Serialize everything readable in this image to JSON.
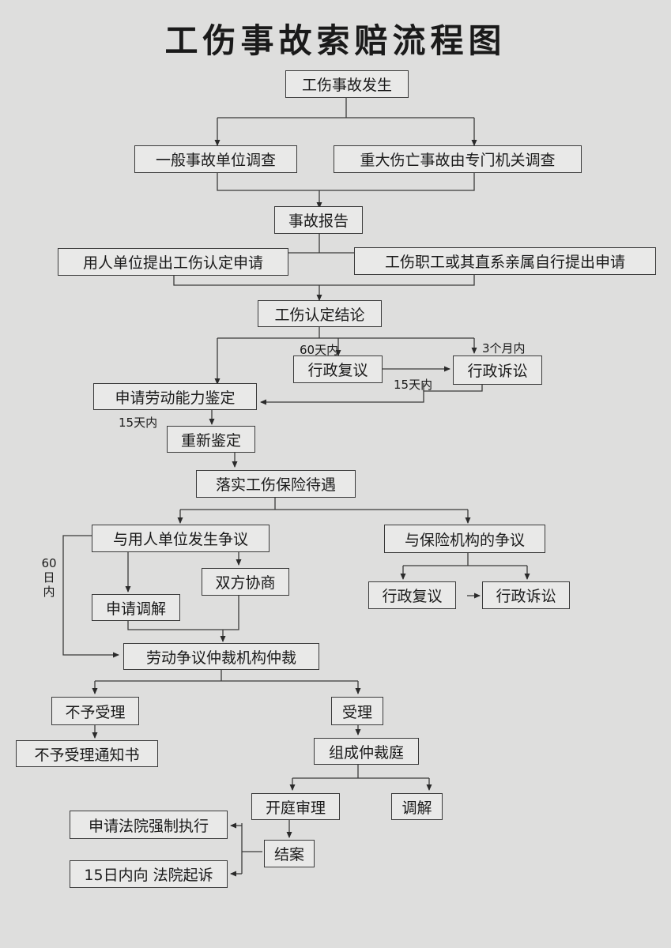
{
  "title": "工伤事故索赔流程图",
  "nodes": {
    "accident": "工伤事故发生",
    "general_investigation": "一般事故单位调查",
    "major_investigation": "重大伤亡事故由专门机关调查",
    "accident_report": "事故报告",
    "employer_application": "用人单位提出工伤认定申请",
    "worker_application": "工伤职工或其直系亲属自行提出申请",
    "recognition_conclusion": "工伤认定结论",
    "admin_review_1": "行政复议",
    "admin_litigation_1": "行政诉讼",
    "labor_ability_appraisal": "申请劳动能力鉴定",
    "reappraisal": "重新鉴定",
    "insurance_benefits": "落实工伤保险待遇",
    "employer_dispute": "与用人单位发生争议",
    "insurer_dispute": "与保险机构的争议",
    "negotiation": "双方协商",
    "mediation_request": "申请调解",
    "admin_review_2": "行政复议",
    "admin_litigation_2": "行政诉讼",
    "arbitration": "劳动争议仲裁机构仲裁",
    "not_accepted": "不予受理",
    "rejection_notice": "不予受理通知书",
    "accepted": "受理",
    "tribunal": "组成仲裁庭",
    "hearing": "开庭审理",
    "mediation": "调解",
    "enforcement": "申请法院强制执行",
    "closure": "结案",
    "lawsuit": "15日内向 法院起诉"
  },
  "labels": {
    "sixty_days": "60天内",
    "three_months": "3个月内",
    "fifteen_days_a": "15天内",
    "fifteen_days_b": "15天内",
    "sixty_day_vertical": [
      "60",
      "日",
      "内"
    ]
  }
}
